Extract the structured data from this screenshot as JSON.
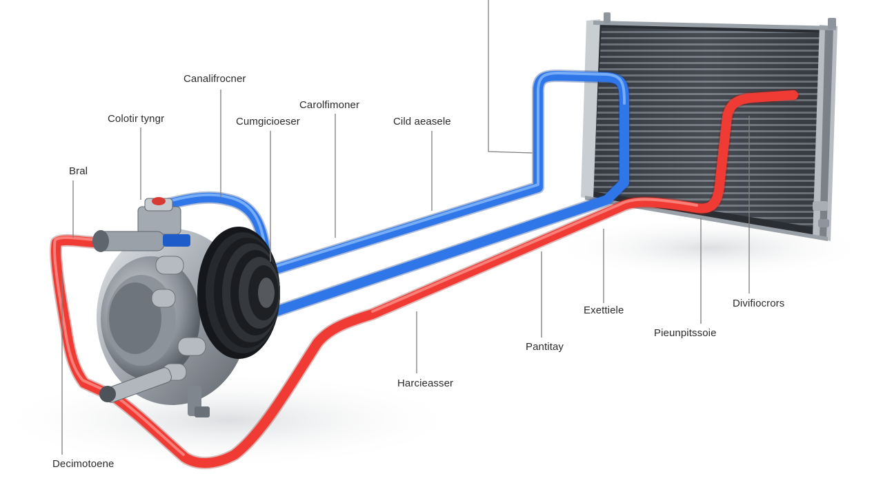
{
  "diagram": {
    "labels": {
      "top": "",
      "carbureter_left": "Canalifrocner",
      "clutch": "Colotir tyngr",
      "compressor": "Cumgicioeser",
      "carbureter_right": "Carolfimoner",
      "cold_pressure": "Cild aeasele",
      "bal": "Bral",
      "exhaust": "Exettiele",
      "dividers": "Divifiocrors",
      "pressure": "Pieunpitssoie",
      "pantry": "Pantitay",
      "hatchroser": "Harcieasser",
      "decompressor": "Decimotoene"
    },
    "colors": {
      "suction_line": "#2f76e8",
      "discharge_line": "#ef3b33",
      "condenser": "#4a4f56",
      "compressor_body": "#9aa0a8",
      "pulley": "#202226"
    },
    "components": [
      "compressor-icon",
      "pulley-icon",
      "condenser-icon"
    ]
  }
}
